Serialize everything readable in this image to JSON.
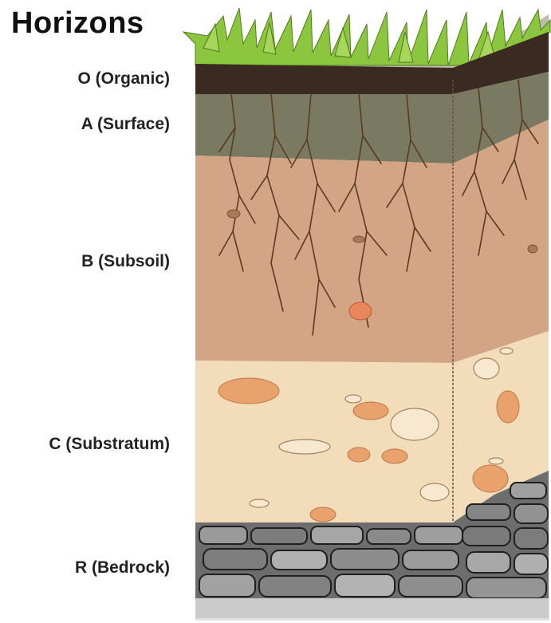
{
  "title": "Horizons",
  "horizons": [
    {
      "label": "O (Organic)",
      "color": "#3b2a22"
    },
    {
      "label": "A (Surface)",
      "color": "#7a7a62"
    },
    {
      "label": "B (Subsoil)",
      "color": "#d4a585"
    },
    {
      "label": "C (Substratum)",
      "color": "#f2dcba"
    },
    {
      "label": "R (Bedrock)",
      "color": "#6d6d6d"
    }
  ],
  "colors": {
    "grass": "#8cc63f",
    "roots": "#5a3a22",
    "rock_patch": "#e9a26c"
  }
}
